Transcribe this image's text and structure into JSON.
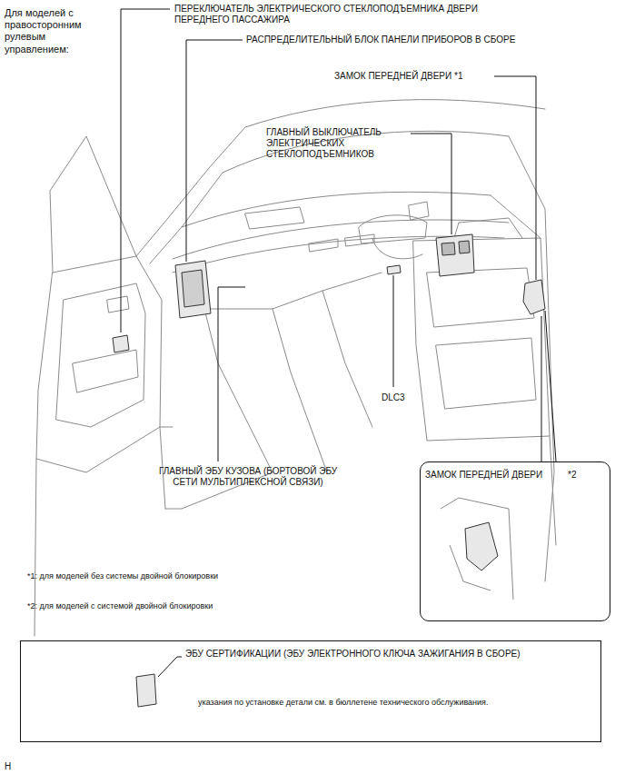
{
  "diagram": {
    "nodes": [
      {
        "text": [
          "ЗАМОК ПЕРЕДНЕЙ ДВЕРИ",
          "*2"
        ]
      },
      {
        "text": [
          "ЭБУ СЕРТИФИКАЦИИ (ЭБУ ЭЛЕКТРОННОГО КЛЮЧА ЗАЖИГАНИЯ В СБОРЕ)",
          "указания по установке детали см. в бюллетене технического обслуживания."
        ]
      }
    ],
    "labels": [
      "Для моделей с правосторонним рулевым управлением:",
      "ПЕРЕКЛЮЧАТЕЛЬ ЭЛЕКТРИЧЕСКОГО СТЕКЛОПОДЪЕМНИКА ДВЕРИ ПЕРЕДНЕГО ПАССАЖИРА",
      "РАСПРЕДЕЛИТЕЛЬНЫЙ БЛОК ПАНЕЛИ ПРИБОРОВ В СБОРЕ",
      "ЗАМОК ПЕРЕДНЕЙ ДВЕРИ *1",
      "ГЛАВНЫЙ ВЫКЛЮЧАТЕЛЬ ЭЛЕКТРИЧЕСКИХ СТЕКЛОПОДЪЕМНИКОВ",
      "DLC3",
      "ГЛАВНЫЙ ЭБУ КУЗОВА (БОРТОВОЙ ЭБУ СЕТИ МУЛЬТИПЛЕКСНОЙ СВЯЗИ)",
      "*1: для моделей без системы двойной блокировки",
      "*2: для моделей с системой двойной блокировки",
      "H"
    ]
  }
}
